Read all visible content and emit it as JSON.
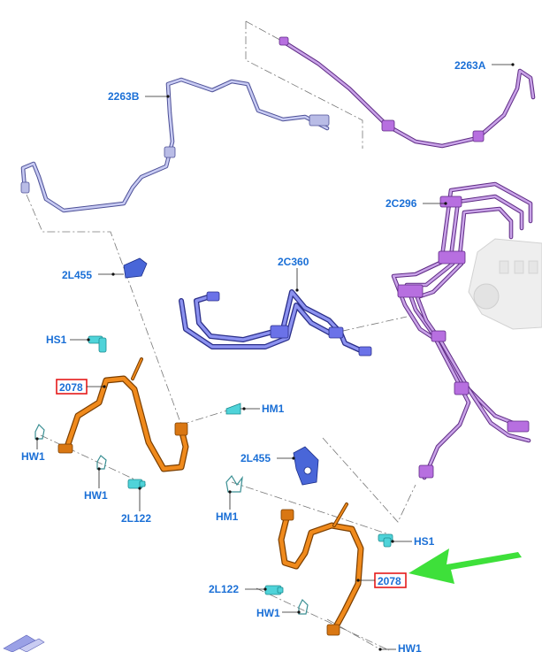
{
  "labels": {
    "l_2263A": "2263A",
    "l_2263B": "2263B",
    "l_2C296": "2C296",
    "l_2C360": "2C360",
    "l_2L455_top": "2L455",
    "l_2L455_bot": "2L455",
    "l_HS1_top": "HS1",
    "l_HS1_bot": "HS1",
    "l_2078_top": "2078",
    "l_2078_bot": "2078",
    "l_HM1_top": "HM1",
    "l_HM1_bot": "HM1",
    "l_HW1_left": "HW1",
    "l_HW1_mid": "HW1",
    "l_HW1_bot": "HW1",
    "l_HW1_corner": "HW1",
    "l_2L122_top": "2L122",
    "l_2L122_bot": "2L122"
  },
  "colors": {
    "label_text": "#1a6fd6",
    "highlight_box": "#e41b1b",
    "arrow": "#3ee03a",
    "hose": "#f08a1c",
    "pipe_purple": "#b76fe0",
    "pipe_lavender": "#c8cbf3",
    "pipe_blue": "#6b72e8"
  }
}
